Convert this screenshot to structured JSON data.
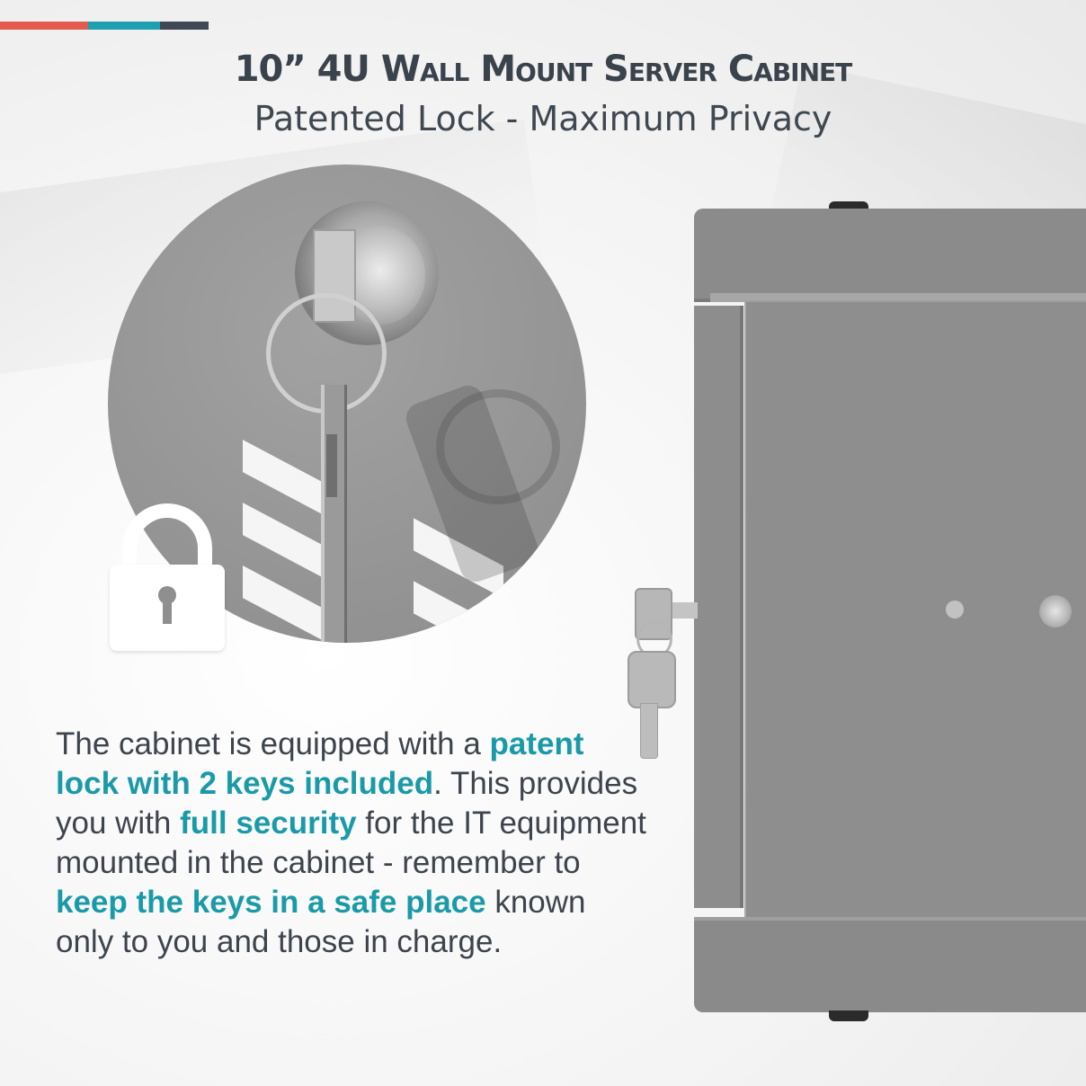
{
  "header": {
    "title": "10” 4U Wall Mount Server Cabinet",
    "subtitle": "Patented Lock - Maximum Privacy"
  },
  "body_text": [
    {
      "text": "The cabinet is equipped with a ",
      "highlight": false
    },
    {
      "text": "patent lock with 2 keys included",
      "highlight": true
    },
    {
      "text": ". This provides you with ",
      "highlight": false
    },
    {
      "text": "full security",
      "highlight": true
    },
    {
      "text": " for the IT equipment mounted in the cabinet - remember to ",
      "highlight": false
    },
    {
      "text": "keep the keys in a safe place",
      "highlight": true
    },
    {
      "text": " known only to you and those in charge.",
      "highlight": false
    }
  ],
  "colors": {
    "accent_red": "#e35a4f",
    "accent_teal": "#1fa0b0",
    "accent_dark": "#3f4854",
    "highlight_text": "#1a9aa8"
  },
  "icons": [
    "lock-icon"
  ]
}
